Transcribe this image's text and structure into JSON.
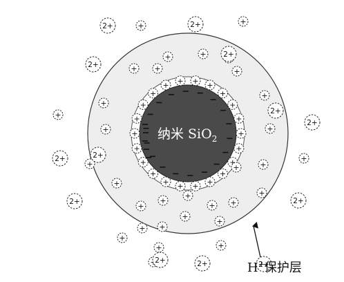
{
  "core": {
    "label_main": "纳米 SiO",
    "label_sub": "2",
    "fill_color": "#4a4a4a"
  },
  "protective_layer": {
    "label_main": "H",
    "label_sup": "+",
    "label_tail": "保护层",
    "fill_color": "#eeeeee"
  },
  "ions": {
    "plus": "+",
    "two_plus": "2+"
  },
  "surface_charge": "−"
}
